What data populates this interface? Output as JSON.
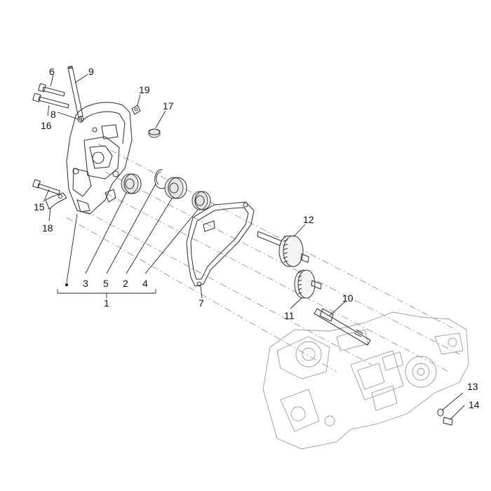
{
  "callouts": {
    "c1": "1",
    "c2": "2",
    "c3": "3",
    "c4": "4",
    "c5": "5",
    "c6": "6",
    "c7": "7",
    "c8": "8",
    "c9": "9",
    "c10": "10",
    "c11": "11",
    "c12": "12",
    "c13": "13",
    "c14": "14",
    "c15": "15",
    "c16": "16",
    "c17": "17",
    "c18": "18",
    "c19": "19"
  },
  "colors": {
    "line": "#3a3a3a",
    "faint": "#9a9a9a",
    "label": "#111111"
  }
}
